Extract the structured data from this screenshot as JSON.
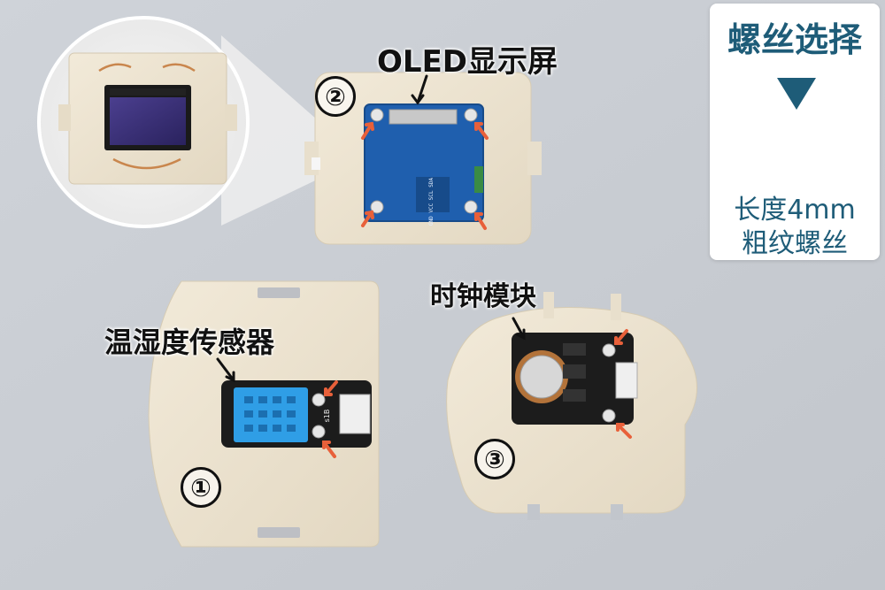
{
  "labels": {
    "oled": "OLED显示屏",
    "clock": "时钟模块",
    "sensor": "温湿度传感器"
  },
  "numbers": {
    "one": "①",
    "two": "②",
    "three": "③"
  },
  "screw_card": {
    "title": "螺丝选择",
    "length": "长度4mm",
    "type": "粗纹螺丝"
  },
  "board_prints": {
    "oled_pins": "GND VCC SCL SDA",
    "sensor_pin": "s1B"
  },
  "colors": {
    "accent": "#1e5c78",
    "arrow": "#e8603a",
    "wood": "#ece3d2",
    "pcb_blue": "#1f5fae",
    "pcb_black": "#1c1c1c",
    "sensor_blue": "#2f9ee6",
    "background": "#c9cdd3"
  },
  "icons": [
    "screw-icon",
    "arrow-icon",
    "battery-icon",
    "connector-icon"
  ]
}
